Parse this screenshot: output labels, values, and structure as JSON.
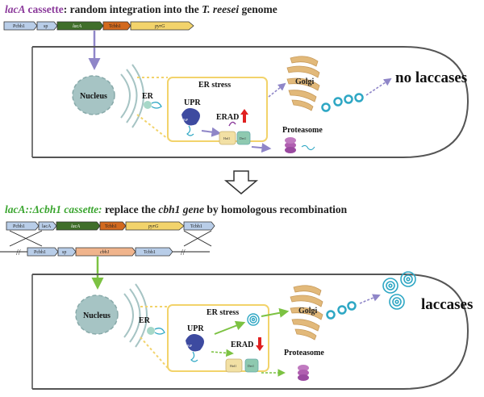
{
  "top": {
    "heading": {
      "gene": "lacA",
      "word": "cassette",
      "rest": ": random integration into the ",
      "species": "T. reesei",
      "tail": " genome"
    },
    "cassette_parts": [
      "Pcbh1",
      "sp",
      "lacA",
      "Tcbh1",
      "pyrG"
    ],
    "nucleus": "Nucleus",
    "er": "ER",
    "er_stress": "ER stress",
    "upr": "UPR",
    "erad": "ERAD",
    "proteasome": "Proteasome",
    "golgi": "Golgi",
    "result": "no laccases"
  },
  "bottom": {
    "heading": {
      "gene": "lacA::Δcbh1 cassette:",
      "rest1": " replace the ",
      "target": "cbh1 gene",
      "rest2": " by homologous recombination"
    },
    "cassette_parts": [
      "Pcbh1",
      "lacA",
      "lacA",
      "Tcbh1",
      "pyrG",
      "Tcbh1"
    ],
    "locus_parts": [
      "Pcbh1",
      "sp",
      "cbh1",
      "Tcbh1"
    ],
    "nucleus": "Nucleus",
    "er": "ER",
    "er_stress": "ER stress",
    "upr": "UPR",
    "erad": "ERAD",
    "proteasome": "Proteasome",
    "golgi": "Golgi",
    "result": "laccases"
  },
  "protein_labels": {
    "bip": "BiP",
    "hrd1": "Hrd1",
    "der1": "Der1"
  },
  "colors": {
    "promoter": "#b8cde8",
    "terminator": "#d2691e",
    "lacA": "#3f6e2a",
    "pyrG": "#f2d36b",
    "cbh1": "#f0b48c",
    "nucleus": "#a6c4c4",
    "er_box": "#f2d36b",
    "purple_arrow": "#8f86c8",
    "green_arrow": "#7cc242",
    "red_arrow": "#e02020",
    "heading_purple": "#8b3a9b",
    "heading_green": "#3aa52f",
    "laccase": "#2ea7c4"
  }
}
